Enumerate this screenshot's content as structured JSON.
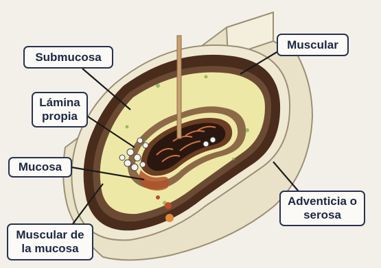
{
  "labels": {
    "submucosa": "Submucosa",
    "muscular": "Muscular",
    "lamina_propia": "Lámina propia",
    "mucosa": "Mucosa",
    "adventicia_serosa": "Adventicia o serosa",
    "muscular_de_la_mucosa": "Muscular de la mucosa"
  },
  "colors": {
    "background": "#f3f0ea",
    "outer_wall": "#efe9d4",
    "outer_wall_edge": "#9a8f72",
    "muscular_layer": "#4a2c1c",
    "muscular_inner_ring": "#6b4a33",
    "submucosa": "#eee8a6",
    "mucosa_band": "#8d6a47",
    "lumen": "#2a1810",
    "epithelium": "#b0522a",
    "label_border": "#27314f",
    "label_text": "#1c2745"
  }
}
